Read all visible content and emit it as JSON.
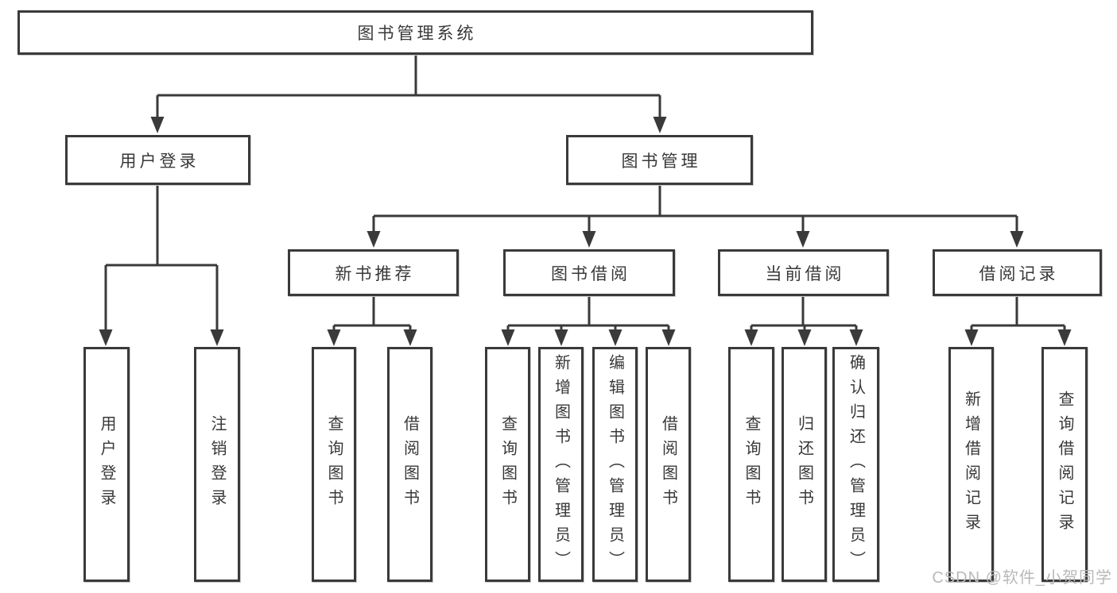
{
  "diagram_title": "图书管理系统",
  "watermark": {
    "text": "CSDN @软件_小贺同学",
    "color": "#b9b9b9"
  },
  "colors": {
    "line": "#3a3a3a",
    "box_border": "#3a3a3a",
    "box_fill": "#ffffff",
    "text": "#383838",
    "background": "#ffffff"
  },
  "tree": {
    "label": "图书管理系统",
    "children": [
      {
        "label": "用户登录",
        "children": [
          {
            "label": "用户登录"
          },
          {
            "label": "注销登录"
          }
        ]
      },
      {
        "label": "图书管理",
        "children": [
          {
            "label": "新书推荐",
            "children": [
              {
                "label": "查询图书"
              },
              {
                "label": "借阅图书"
              }
            ]
          },
          {
            "label": "图书借阅",
            "children": [
              {
                "label": "查询图书"
              },
              {
                "label": "新增图书（管理员）"
              },
              {
                "label": "编辑图书（管理员）"
              },
              {
                "label": "借阅图书"
              }
            ]
          },
          {
            "label": "当前借阅",
            "children": [
              {
                "label": "查询图书"
              },
              {
                "label": "归还图书"
              },
              {
                "label": "确认归还（管理员）"
              }
            ]
          },
          {
            "label": "借阅记录",
            "children": [
              {
                "label": "新增借阅记录"
              },
              {
                "label": "查询借阅记录"
              }
            ]
          }
        ]
      }
    ]
  }
}
